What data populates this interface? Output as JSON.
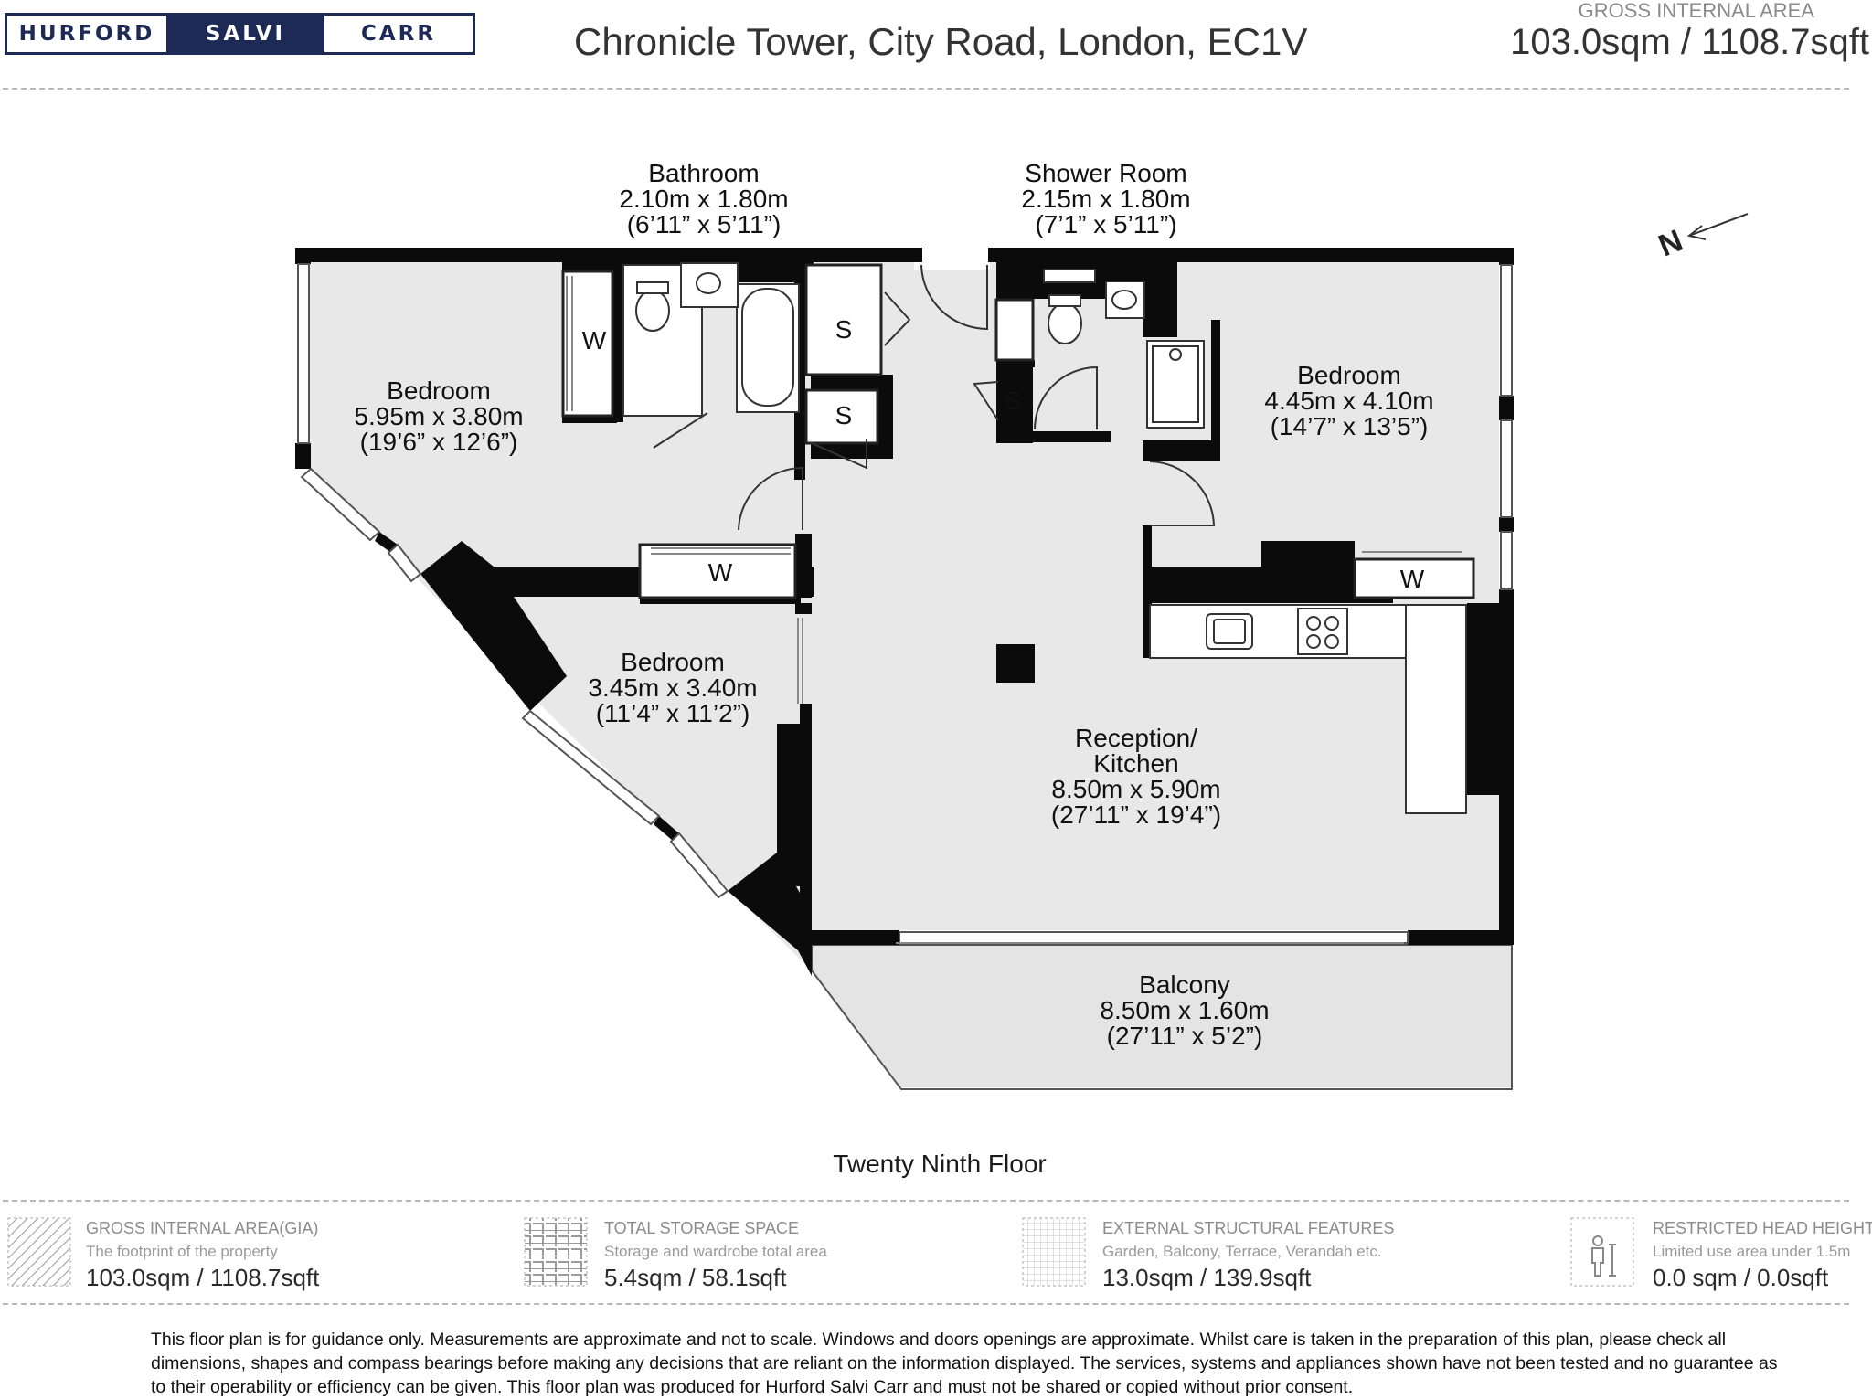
{
  "header": {
    "brand_words": [
      "HURFORD",
      "SALVI",
      "CARR"
    ],
    "address": "Chronicle Tower, City Road, London, EC1V",
    "gia_label": "GROSS INTERNAL AREA",
    "gia_value": "103.0sqm / 1108.7sqft"
  },
  "compass": {
    "label": "N",
    "icon": "north-arrow-icon"
  },
  "rooms": {
    "bathroom": {
      "name": "Bathroom",
      "metric": "2.10m x 1.80m",
      "imperial": "(6’11” x 5’11”)"
    },
    "shower_room": {
      "name": "Shower Room",
      "metric": "2.15m x 1.80m",
      "imperial": "(7’1” x 5’11”)"
    },
    "bedroom1": {
      "name": "Bedroom",
      "metric": "5.95m x 3.80m",
      "imperial": "(19’6” x 12’6”)"
    },
    "bedroom2": {
      "name": "Bedroom",
      "metric": "4.45m x 4.10m",
      "imperial": "(14’7” x 13’5”)"
    },
    "bedroom3": {
      "name": "Bedroom",
      "metric": "3.45m x 3.40m",
      "imperial": "(11’4” x 11’2”)"
    },
    "reception": {
      "name1": "Reception/",
      "name2": "Kitchen",
      "metric": "8.50m x 5.90m",
      "imperial": "(27’11” x 19’4”)"
    },
    "balcony": {
      "name": "Balcony",
      "metric": "8.50m x 1.60m",
      "imperial": "(27’11” x 5’2”)"
    }
  },
  "tags": {
    "wardrobe": "W",
    "storage": "S"
  },
  "floor_name": "Twenty Ninth Floor",
  "legend": [
    {
      "title": "GROSS INTERNAL AREA(GIA)",
      "desc": "The footprint of the property",
      "value": "103.0sqm / 1108.7sqft"
    },
    {
      "title": "TOTAL STORAGE SPACE",
      "desc": "Storage and wardrobe total area",
      "value": "5.4sqm / 58.1sqft"
    },
    {
      "title": "EXTERNAL STRUCTURAL FEATURES",
      "desc": "Garden, Balcony, Terrace, Verandah etc.",
      "value": "13.0sqm / 139.9sqft"
    },
    {
      "title": "RESTRICTED HEAD HEIGHT",
      "desc": "Limited use area under 1.5m",
      "value": "0.0 sqm / 0.0sqft"
    }
  ],
  "disclaimer": "This floor plan is for guidance only. Measurements are approximate and not to scale. Windows and doors openings are approximate. Whilst care is taken in the preparation of this plan, please check all dimensions, shapes and compass bearings before making any decisions that are reliant on the information displayed. The services, systems and appliances shown have not been tested and no guarantee as to their operability or efficiency can be given. This floor plan was produced for Hurford Salvi Carr and must not be shared or copied without prior consent."
}
